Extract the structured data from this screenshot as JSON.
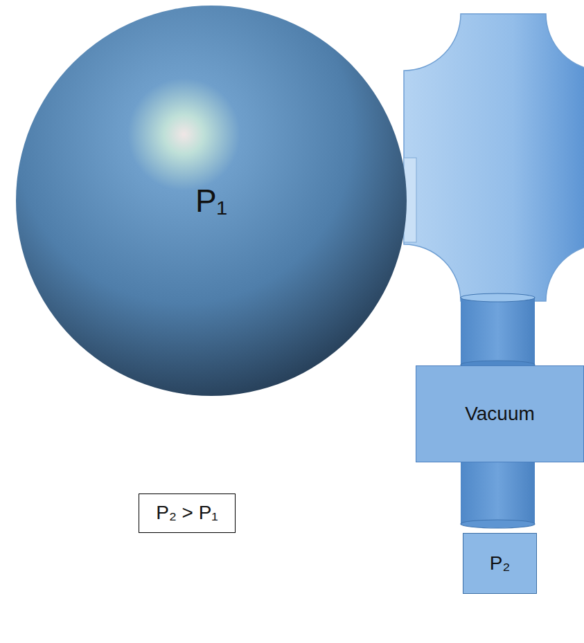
{
  "diagram": {
    "nodes": [
      {
        "text": [
          "P₁"
        ]
      },
      {
        "text": [
          "Vacuum"
        ]
      },
      {
        "text": [
          "P₂ > P₁"
        ]
      },
      {
        "text": [
          "P₂"
        ]
      }
    ]
  }
}
